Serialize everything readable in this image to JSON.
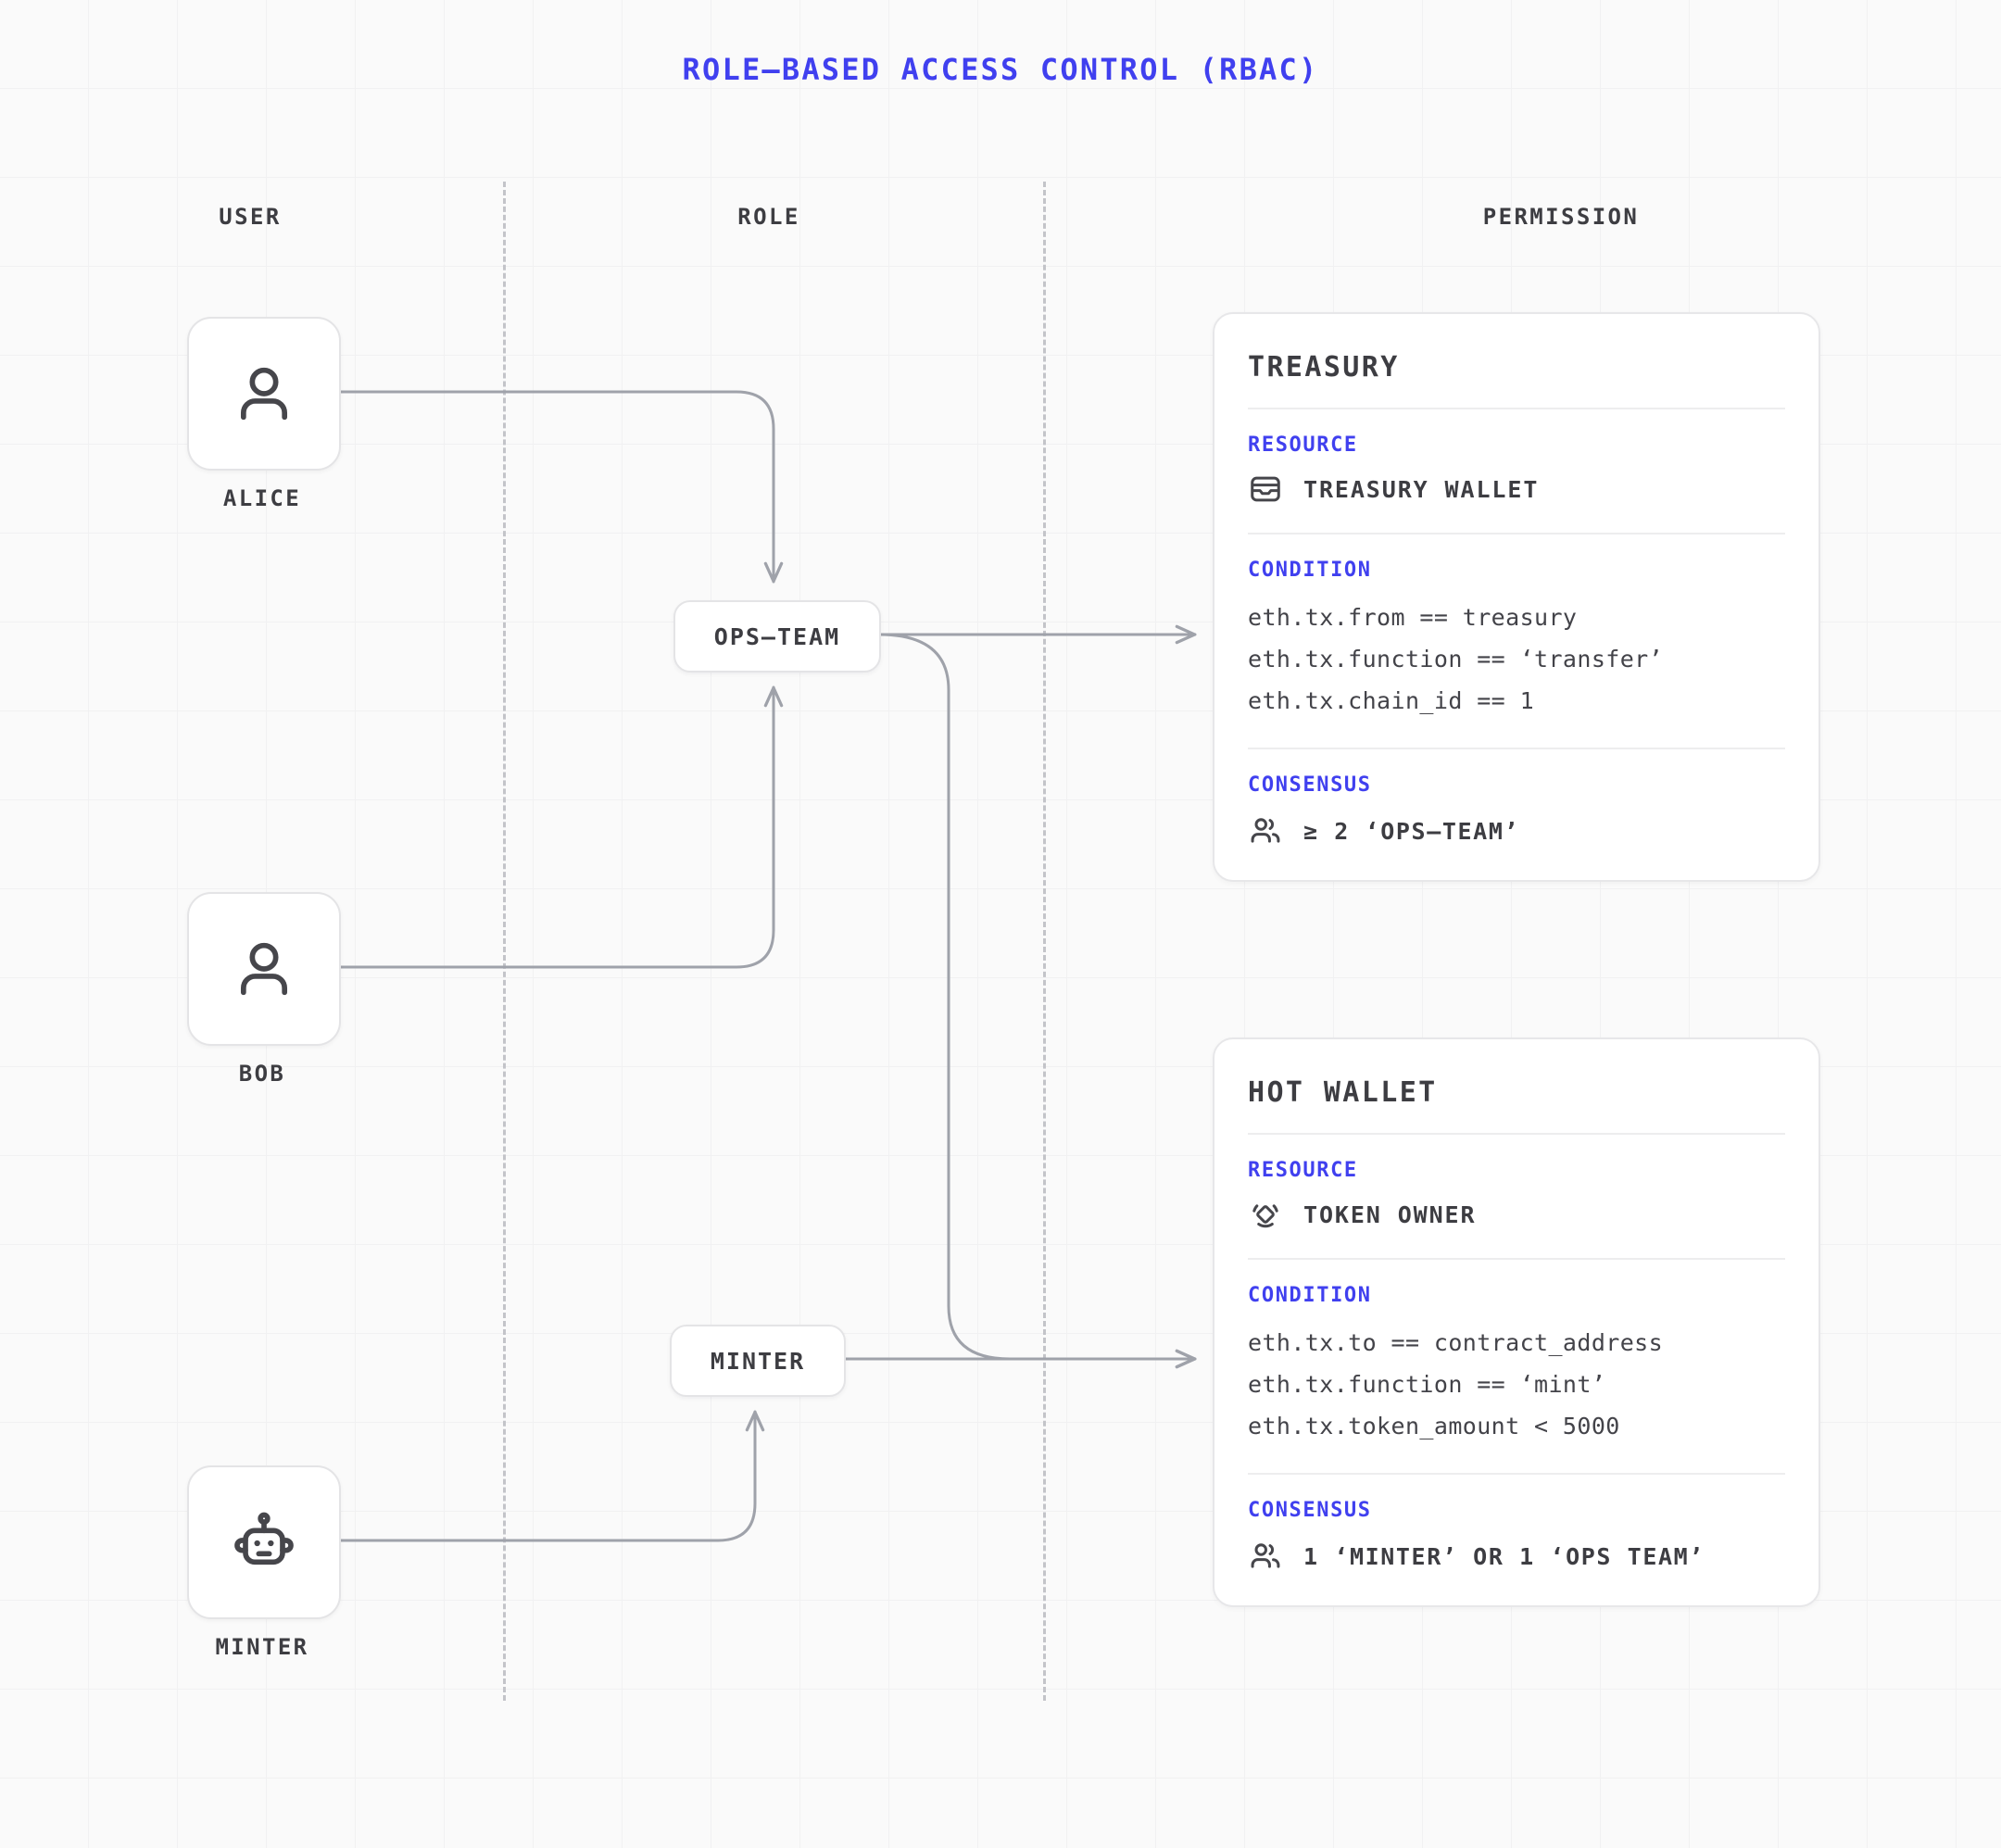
{
  "title": "ROLE—BASED ACCESS CONTROL (RBAC)",
  "accent_color": "#4040ef",
  "text_color": "#3d3d42",
  "columns": {
    "user": "USER",
    "role": "ROLE",
    "permission": "PERMISSION"
  },
  "users": [
    {
      "id": "alice",
      "label": "ALICE",
      "icon": "user-icon"
    },
    {
      "id": "bob",
      "label": "BOB",
      "icon": "user-icon"
    },
    {
      "id": "minter",
      "label": "MINTER",
      "icon": "robot-icon"
    }
  ],
  "roles": [
    {
      "id": "ops-team",
      "label": "OPS—TEAM"
    },
    {
      "id": "minter",
      "label": "MINTER"
    }
  ],
  "permissions": [
    {
      "id": "treasury",
      "title": "TREASURY",
      "resource_label": "RESOURCE",
      "resource_icon": "wallet-icon",
      "resource_value": "TREASURY WALLET",
      "condition_label": "CONDITION",
      "conditions": [
        "eth.tx.from == treasury",
        "eth.tx.function == ‘transfer’",
        "eth.tx.chain_id == 1"
      ],
      "consensus_label": "CONSENSUS",
      "consensus_icon": "users-icon",
      "consensus_value": "≥ 2 ‘OPS—TEAM’"
    },
    {
      "id": "hot-wallet",
      "title": "HOT WALLET",
      "resource_label": "RESOURCE",
      "resource_icon": "token-icon",
      "resource_value": "TOKEN OWNER",
      "condition_label": "CONDITION",
      "conditions": [
        "eth.tx.to == contract_address",
        "eth.tx.function == ‘mint’",
        "eth.tx.token_amount < 5000"
      ],
      "consensus_label": "CONSENSUS",
      "consensus_icon": "users-icon",
      "consensus_value": "1 ‘MINTER’ OR 1 ‘OPS TEAM’"
    }
  ],
  "connections": [
    {
      "from": "alice",
      "to": "ops-team"
    },
    {
      "from": "bob",
      "to": "ops-team"
    },
    {
      "from": "minter",
      "to": "minter-role"
    },
    {
      "from": "ops-team",
      "to": "treasury"
    },
    {
      "from": "ops-team",
      "to": "hot-wallet"
    },
    {
      "from": "minter-role",
      "to": "hot-wallet"
    }
  ]
}
